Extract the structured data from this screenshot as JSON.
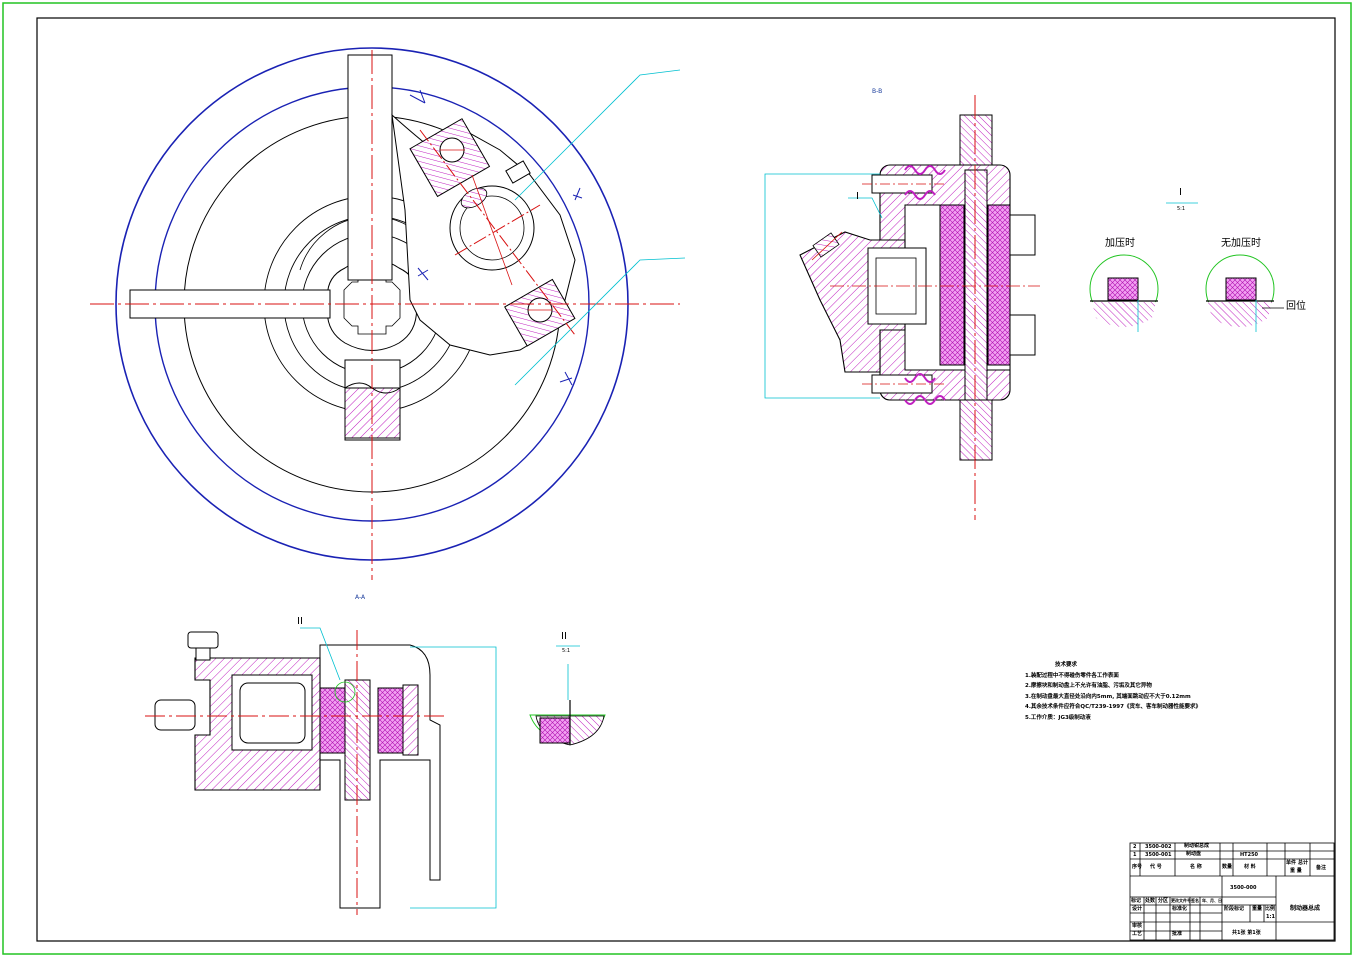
{
  "colors": {
    "border_outer": "#22c422",
    "border_inner": "#000000",
    "wheel_ring": "#1a22b4",
    "centerline": "#d81010",
    "section_fill": "#e040e0",
    "hatch": "#c020c0",
    "dimension": "#00c0d0",
    "outline": "#000000"
  },
  "views": {
    "section_bb_label": "B-B",
    "section_aa_label": "A-A",
    "detail_I_label": "I",
    "detail_I_scale": "5:1",
    "detail_II_label": "II",
    "detail_II_scale": "5:1",
    "leader_I": "I",
    "leader_II": "II",
    "pressed_label": "加压时",
    "released_label": "无加压时",
    "return_label": "回位"
  },
  "notes": {
    "heading": "技术要求",
    "items": [
      "1.装配过程中不得碰伤零件各工作表面",
      "2.摩擦块和制动盘上不允许有油脂、污垢及其它异物",
      "3.在制动盘最大直径处沿向内5mm, 其端面跳动应不大于0.12mm",
      "4.其余技术条件应符合QC/T239-1997《货车、客车制动器性能要求》",
      "5.工作介质：JG3级制动液"
    ]
  },
  "title_block": {
    "rows": [
      {
        "no": "2",
        "code": "3500-002",
        "name_line1": "制动钳总成",
        "material": "",
        "qty": ""
      },
      {
        "no": "1",
        "code": "3500-001",
        "name_line1": "制动盘",
        "material": "HT250",
        "qty": ""
      }
    ],
    "headers": {
      "no": "序号",
      "code": "代 号",
      "name": "名 称",
      "qty": "数量",
      "material": "材 料",
      "weight_unit": "单件",
      "weight_total": "总计",
      "weight": "重 量",
      "remark": "备注"
    },
    "drawing_no": "3500-000",
    "drawing_title": "制动器总成",
    "sign_headers": [
      "标记",
      "处数",
      "分区",
      "更改文件号",
      "签名",
      "年、月、日"
    ],
    "roles": [
      "设计",
      "审核",
      "工艺"
    ],
    "std_label": "标准化",
    "approve_label": "批准",
    "stage_label": "阶段标记",
    "weight_label": "重量",
    "scale_label": "比例",
    "scale_value": "1:1",
    "sheets": "共1张  第1张"
  }
}
